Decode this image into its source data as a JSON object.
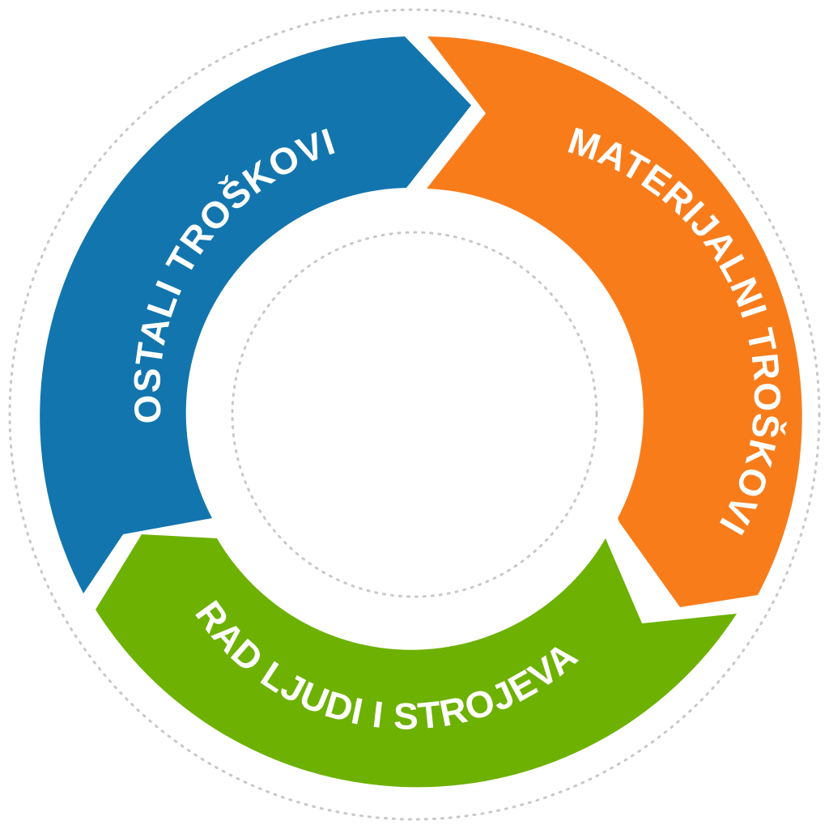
{
  "diagram": {
    "segments": [
      {
        "id": "materijalni",
        "label": "MATERIJALNI  TROŠKOVI",
        "color": "#f97c1b"
      },
      {
        "id": "rad",
        "label": "RAD LJUDI I STROJEVA",
        "color": "#6db102"
      },
      {
        "id": "ostali",
        "label": "OSTALI TROŠKOVI",
        "color": "#1275ae"
      }
    ],
    "guide_color": "#c8c8c8"
  }
}
